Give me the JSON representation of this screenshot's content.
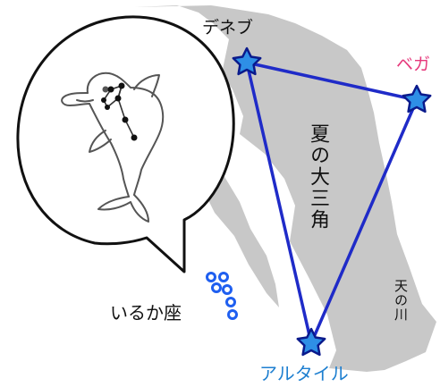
{
  "stars": {
    "deneb": "デネブ",
    "vega": "ベガ",
    "altair": "アルタイル"
  },
  "asterism": "夏の大三角",
  "milky_way": "天の川",
  "constellation": "いるか座",
  "colors": {
    "milky_way": "#c8c8c8",
    "triangle_line": "#1f2bc8",
    "star_fill": "#2e8fe6",
    "star_stroke": "#0a1a8c",
    "vega_label": "#e6397c",
    "altair_label": "#1e7fd0",
    "dolphin_dots": "#1f5ff0"
  },
  "icons": [
    "star-icon",
    "dolphin-illustration",
    "speech-bubble"
  ]
}
